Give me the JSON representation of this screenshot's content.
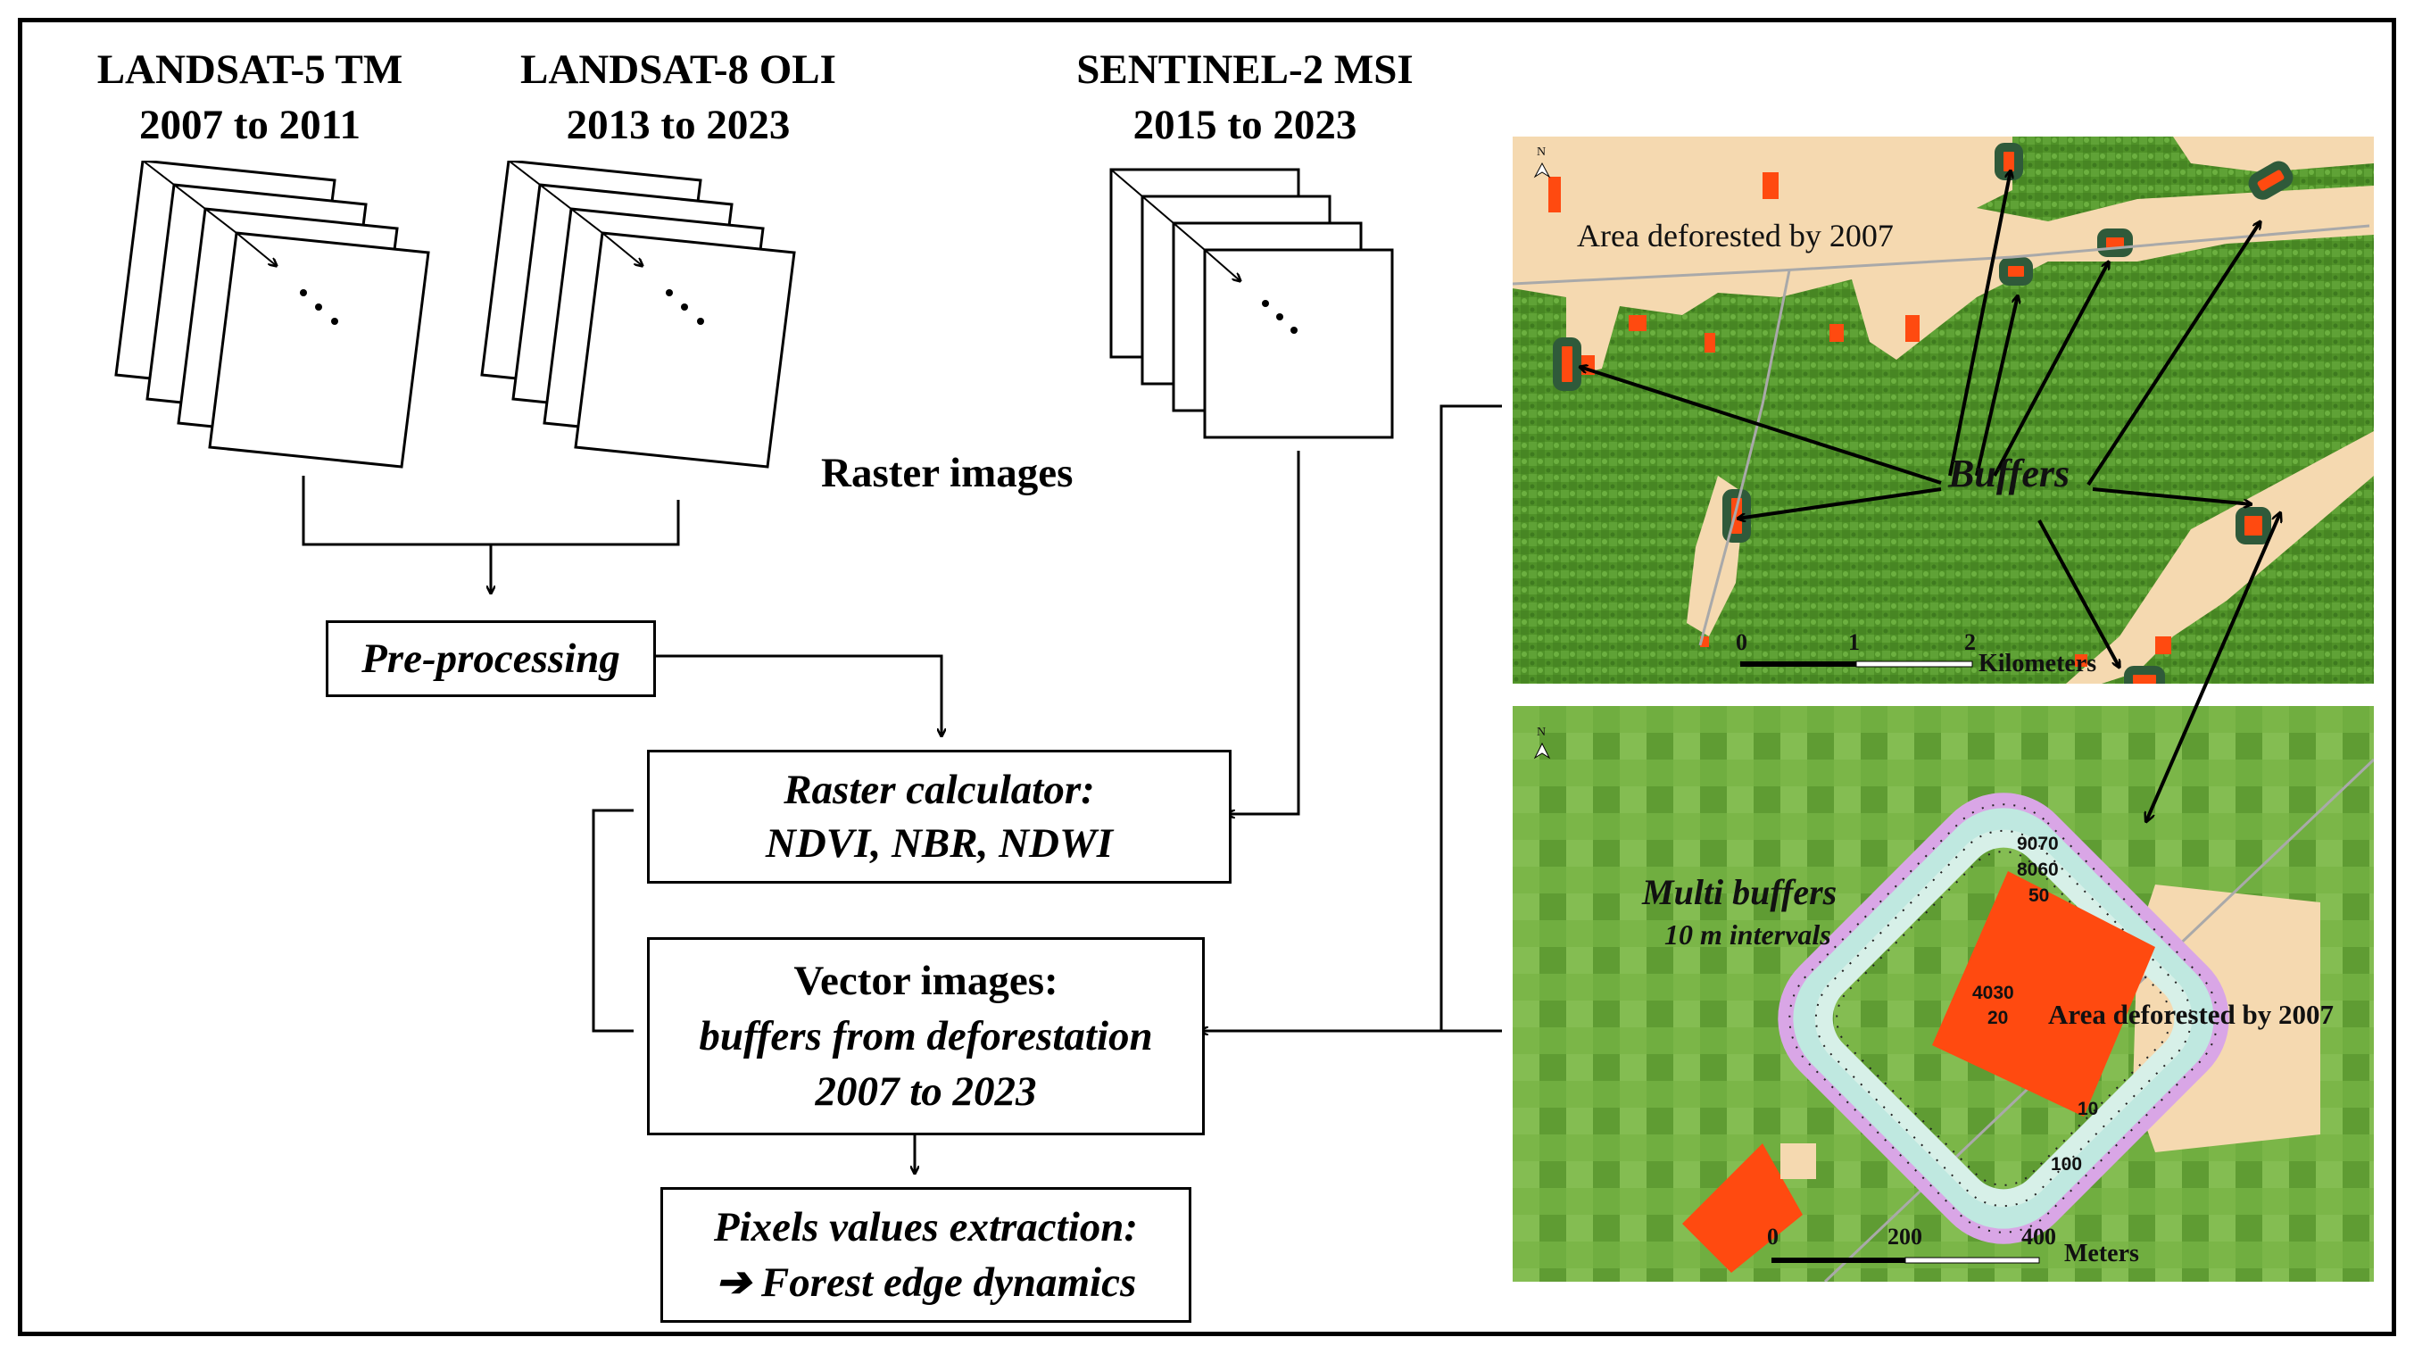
{
  "sensors": [
    {
      "name": "LANDSAT-5 TM",
      "period": "2007 to 2011"
    },
    {
      "name": "LANDSAT-8 OLI",
      "period": "2013 to 2023"
    },
    {
      "name": "SENTINEL-2 MSI",
      "period": "2015 to 2023"
    }
  ],
  "raster_label": "Raster images",
  "steps": {
    "preprocessing": "Pre-processing",
    "raster_calc_line1": "Raster calculator:",
    "raster_calc_line2": "NDVI, NBR, NDWI",
    "vector_line1": "Vector images:",
    "vector_line2": "buffers from deforestation",
    "vector_line3": "2007 to 2023",
    "extraction_line1": "Pixels values extraction:",
    "extraction_line2": "Forest edge dynamics"
  },
  "map_top": {
    "area_label": "Area deforested by 2007",
    "buffers_label": "Buffers",
    "north": "N",
    "scale_ticks": [
      "0",
      "1",
      "2"
    ],
    "scale_unit": "Kilometers"
  },
  "map_bottom": {
    "multi_buffers": "Multi buffers",
    "intervals": "10 m intervals",
    "area_label": "Area deforested by 2007",
    "north": "N",
    "ring_labels": [
      "9070",
      "8060",
      "50",
      "4030",
      "20",
      "10",
      "100"
    ],
    "scale_ticks": [
      "0",
      "200",
      "400"
    ],
    "scale_unit": "Meters"
  },
  "colors": {
    "forest": "#5a9a2e",
    "cleared": "#f5d9b0",
    "deforestation": "#ff4a10",
    "buffer": "#3c6e3c"
  }
}
